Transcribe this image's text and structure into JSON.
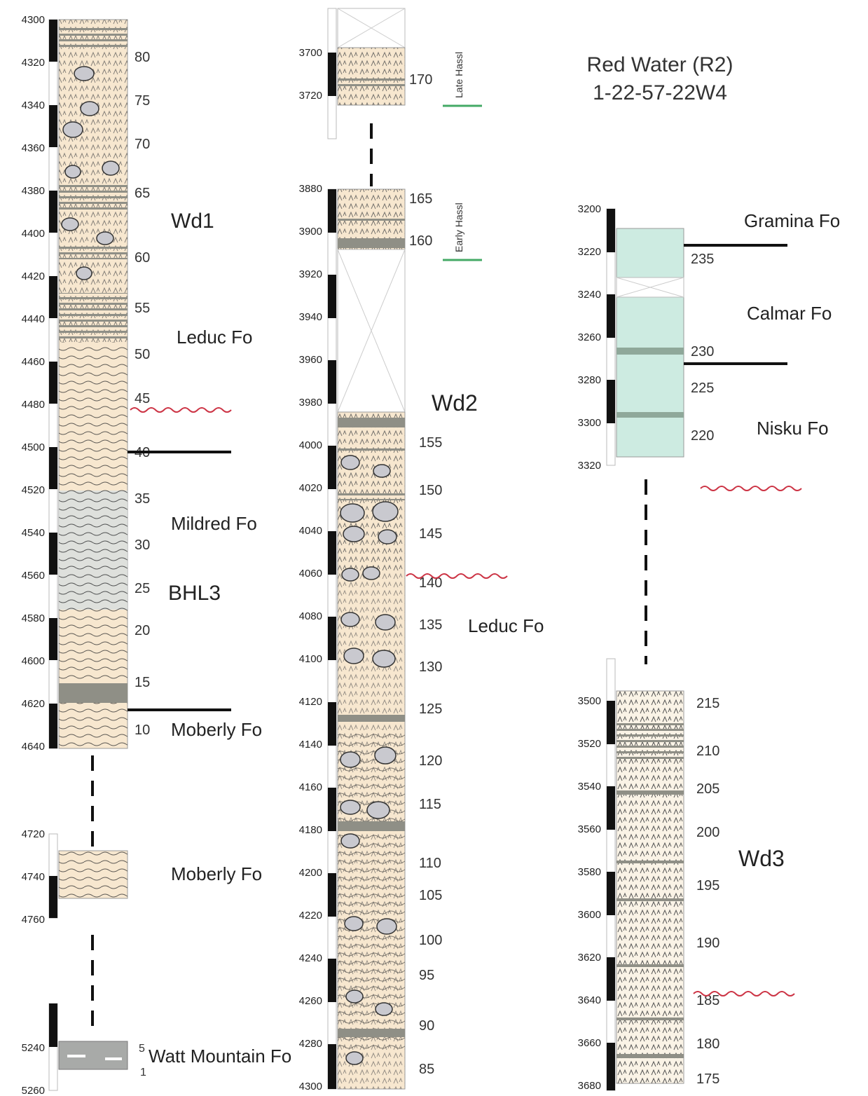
{
  "title": {
    "line1": "Red Water (R2)",
    "line2": "1-22-57-22W4"
  },
  "colors": {
    "carbonate_fill": "#f7e7cf",
    "shale_fill": "#d9dede",
    "nisku_fill": "#cdebe1",
    "hiatus_symbol": "#cc3344",
    "zone_line": "#44aa66",
    "scale_bar": "#111111"
  },
  "icon_names": [
    "fossil-icon",
    "lamination-icon",
    "unconformity-symbol",
    "scale-bar"
  ],
  "wd1_col": {
    "depths": [
      "4300",
      "4320",
      "4340",
      "4360",
      "4380",
      "4400",
      "4420",
      "4440",
      "4460",
      "4480",
      "4500",
      "4520",
      "4540",
      "4560",
      "4580",
      "4600",
      "4620",
      "4640"
    ],
    "samples": [
      "80",
      "75",
      "70",
      "65",
      "60",
      "55",
      "50",
      "45",
      "40",
      "35",
      "30",
      "25",
      "20",
      "15",
      "10"
    ],
    "labels": {
      "wd1": "Wd1",
      "leduc": "Leduc Fo",
      "mildred": "Mildred Fo",
      "bhl3": "BHL3",
      "moberly": "Moberly Fo"
    }
  },
  "moberly_col": {
    "depths": [
      "4720",
      "4740",
      "4760"
    ],
    "label": "Moberly Fo"
  },
  "watt_col": {
    "depths": [
      "5240",
      "5260"
    ],
    "samples": [
      "5",
      "1"
    ],
    "label": "Watt Mountain Fo"
  },
  "wd2_top": {
    "depths": [
      "3700",
      "3720"
    ],
    "samples": [
      "170"
    ],
    "zone": "Late Hassl"
  },
  "wd2_col": {
    "depths": [
      "3880",
      "3900",
      "3920",
      "3940",
      "3960",
      "3980",
      "4000",
      "4020",
      "4040",
      "4060",
      "4080",
      "4100",
      "4120",
      "4140",
      "4160",
      "4180",
      "4200",
      "4220",
      "4240",
      "4260",
      "4280",
      "4300"
    ],
    "samples": [
      "165",
      "160",
      "155",
      "150",
      "145",
      "140",
      "135",
      "130",
      "125",
      "120",
      "115",
      "110",
      "105",
      "100",
      "95",
      "90",
      "85"
    ],
    "zone": "Early Hassl",
    "labels": {
      "wd2": "Wd2",
      "leduc": "Leduc Fo"
    }
  },
  "nisku_col": {
    "depths": [
      "3200",
      "3220",
      "3240",
      "3260",
      "3280",
      "3300",
      "3320"
    ],
    "samples": [
      "235",
      "230",
      "225",
      "220"
    ],
    "labels": {
      "gramina": "Gramina Fo",
      "calmar": "Calmar Fo",
      "nisku": "Nisku Fo"
    }
  },
  "wd3_col": {
    "depths": [
      "3500",
      "3520",
      "3540",
      "3560",
      "3580",
      "3600",
      "3620",
      "3640",
      "3660",
      "3680"
    ],
    "samples": [
      "215",
      "210",
      "205",
      "200",
      "195",
      "190",
      "185",
      "180",
      "175"
    ],
    "label": "Wd3"
  }
}
